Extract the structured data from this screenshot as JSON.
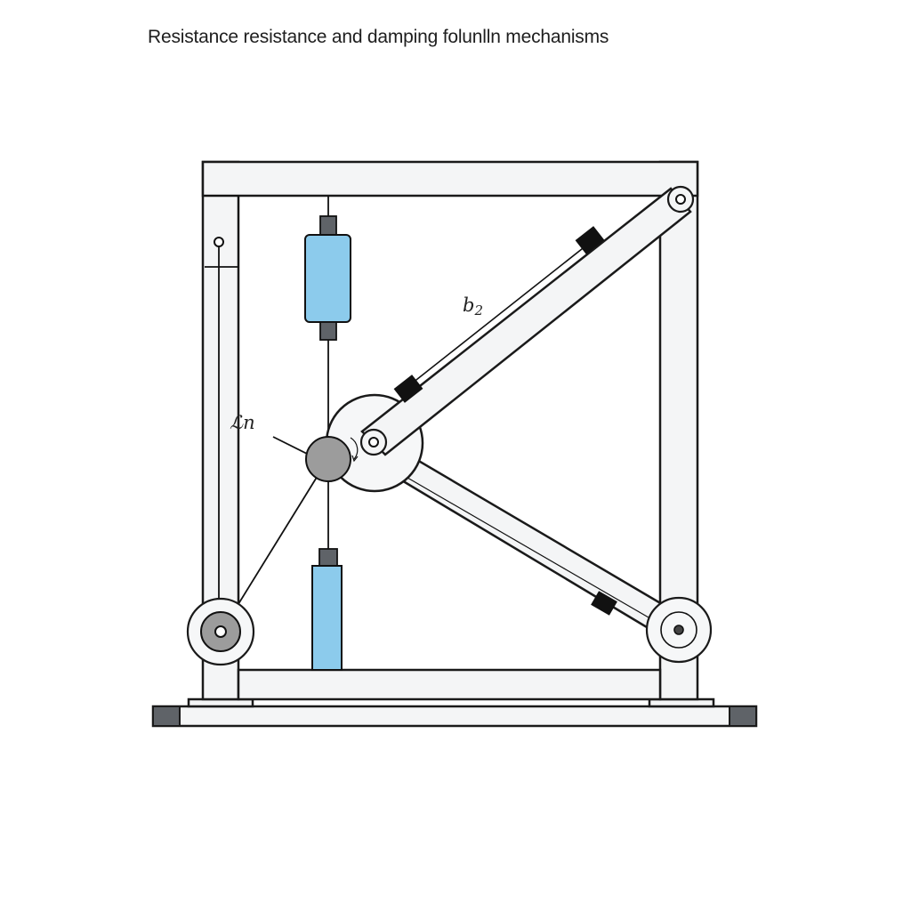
{
  "figure": {
    "title": "Resistance resistance and damping folunlln mechanisms"
  },
  "labels": {
    "b2_base": "b",
    "b2_sub": "2",
    "ln": "ℒn"
  },
  "colors": {
    "frame_fill": "#f4f5f6",
    "outline": "#1a1a1a",
    "damper_blue": "#8ccbec",
    "hub_gray": "#9c9c9c",
    "end_cap_gray": "#5f6368",
    "block_black": "#111111"
  }
}
